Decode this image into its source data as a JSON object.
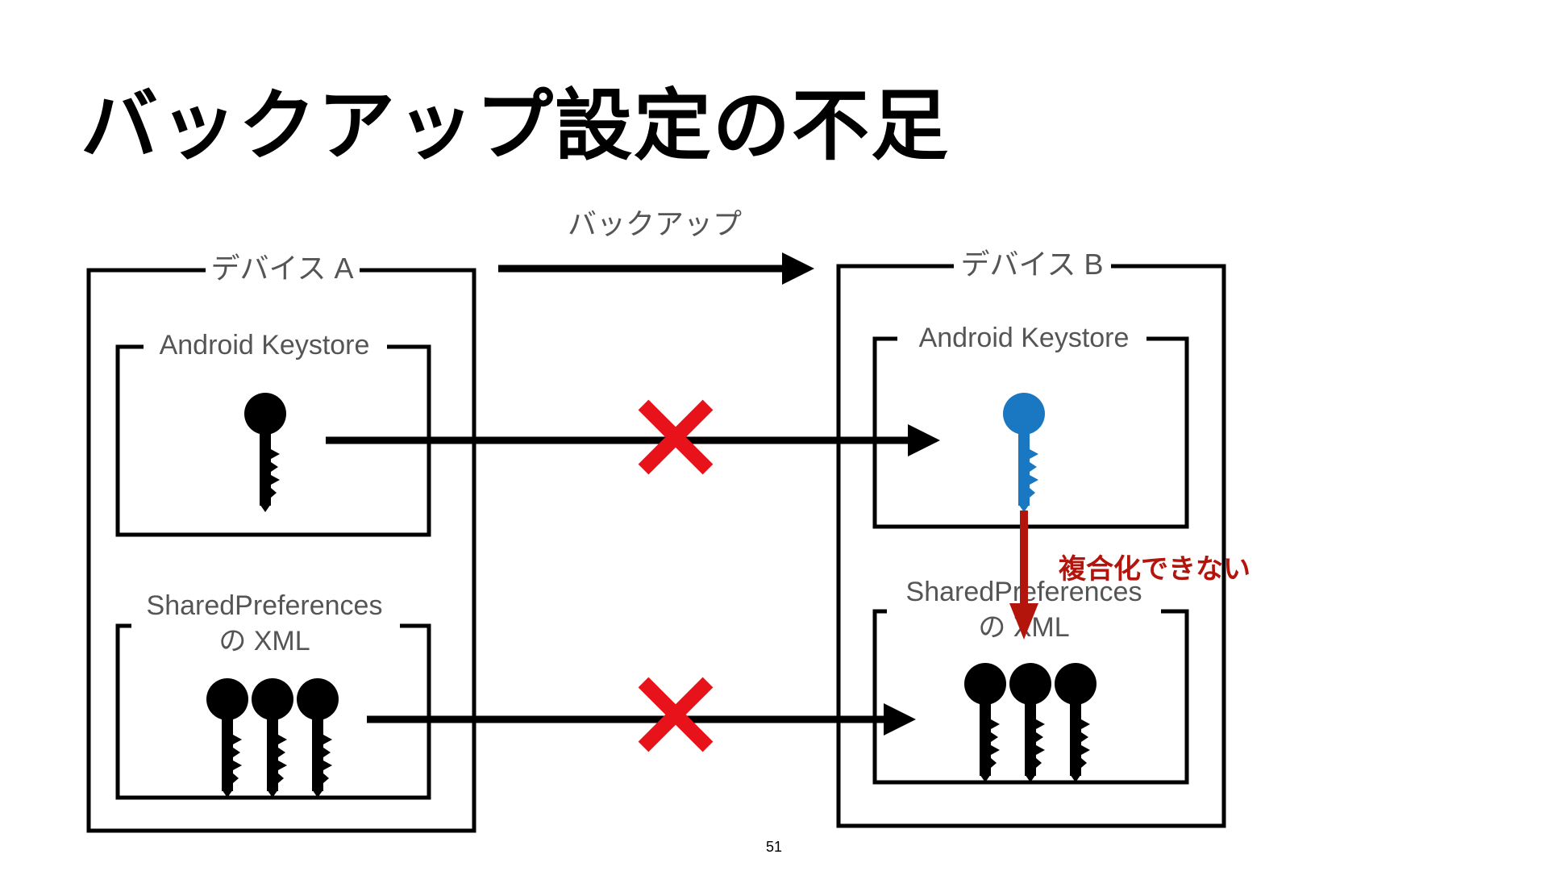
{
  "slide": {
    "title": "バックアップ設定の不足",
    "page_number": "51"
  },
  "diagram": {
    "backup_label": "バックアップ",
    "device_a": {
      "label": "デバイス A",
      "keystore_label": "Android Keystore",
      "prefs_label_line1": "SharedPreferences",
      "prefs_label_line2": "の XML"
    },
    "device_b": {
      "label": "デバイス B",
      "keystore_label": "Android Keystore",
      "prefs_label_line1": "SharedPreferences",
      "prefs_label_line2": "の XML"
    },
    "decrypt_fail_label": "複合化できない",
    "colors": {
      "line": "#000000",
      "label_text": "#555555",
      "cross": "#e8131a",
      "blue_key": "#1a78c2",
      "decrypt_arrow": "#b3150d"
    },
    "icons": [
      "key-icon",
      "cross-icon",
      "arrow-icon"
    ]
  }
}
